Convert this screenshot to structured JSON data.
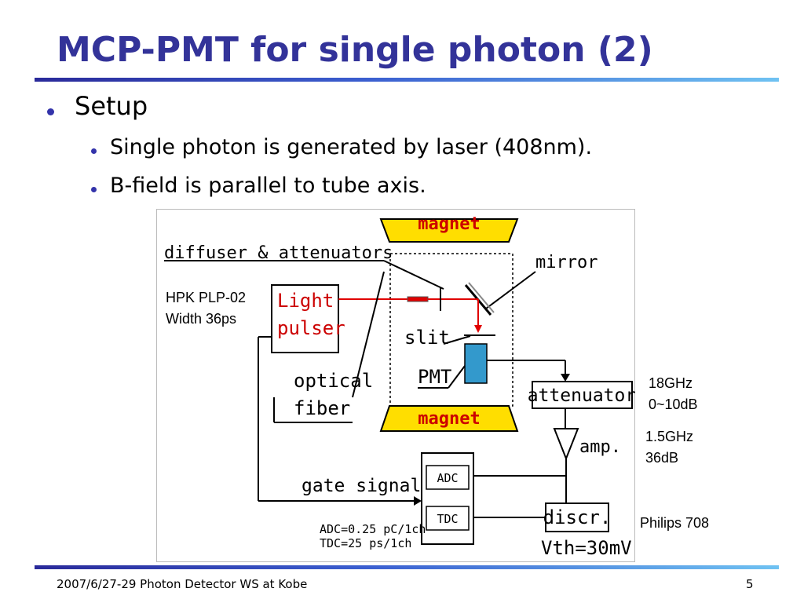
{
  "slide": {
    "title": "MCP-PMT for single photon (2)",
    "bullets": {
      "level1": "Setup",
      "level2": [
        "Single photon is generated by laser (408nm).",
        "B-field is parallel to tube axis."
      ]
    },
    "side_notes": {
      "pulser_model": "HPK PLP-02",
      "pulser_width": "Width 36ps",
      "att_bw": "18GHz",
      "att_range": "0~10dB",
      "amp_bw": "1.5GHz",
      "amp_gain": "36dB",
      "discr_model": "Philips 708"
    },
    "footer": {
      "left": "2007/6/27-29 Photon Detector WS at Kobe",
      "page": "5"
    }
  },
  "diagram": {
    "magnet_top": "magnet",
    "magnet_bottom": "magnet",
    "diffuser": "diffuser & attenuators",
    "mirror": "mirror",
    "light_pulser_1": "Light",
    "light_pulser_2": "pulser",
    "slit": "slit",
    "pmt": "PMT",
    "optical_1": "optical",
    "optical_2": "fiber",
    "attenuator": "attenuator",
    "amp": "amp.",
    "gate_signal": "gate signal",
    "adc": "ADC",
    "tdc": "TDC",
    "adc_scale": "ADC=0.25 pC/1ch",
    "tdc_scale": "TDC=25 ps/1ch",
    "discr": "discr.",
    "vth": "Vth=30mV"
  },
  "colors": {
    "title": "#333399",
    "bar_start": "#2a2a9a",
    "bar_end": "#6fc2f2",
    "magnet_fill": "#ffde00",
    "pmt_fill": "#3399cc",
    "laser_red": "#e00000"
  }
}
